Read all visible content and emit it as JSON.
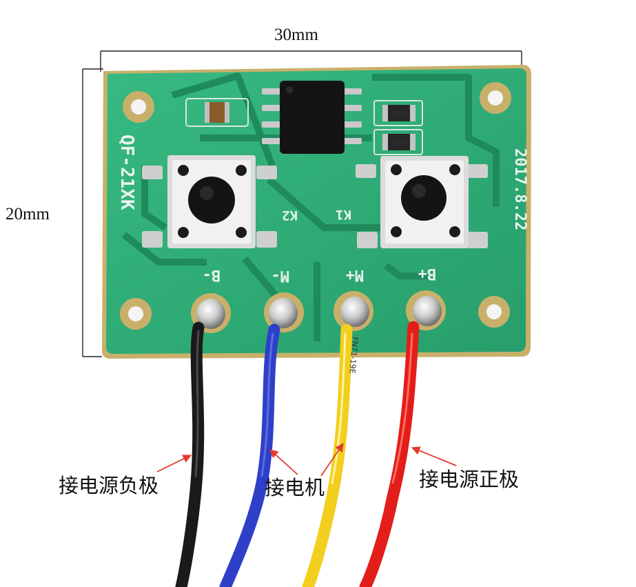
{
  "dimensions": {
    "width_label": "30mm",
    "height_label": "20mm"
  },
  "wire_labels": {
    "negative": "接电源负极",
    "motor": "接电机",
    "positive": "接电源正极"
  },
  "board": {
    "model_marking": "QF-21XK",
    "date_marking": "2017.8.22",
    "button_labels": [
      "K2",
      "K1"
    ],
    "pad_labels": [
      "B-",
      "M-",
      "M+",
      "B+"
    ],
    "resistor_marking": "103",
    "yellow_wire_print": "FN71-19E"
  },
  "colors": {
    "pcb": "#2dab76",
    "pcb_dark": "#1f8a5c",
    "board_edge": "#c9b06a",
    "wire_black": "#1a1a1a",
    "wire_blue": "#2e3fc8",
    "wire_yellow": "#f2cf1e",
    "wire_red": "#e21e1a",
    "arrow_red": "#e33a2e"
  }
}
